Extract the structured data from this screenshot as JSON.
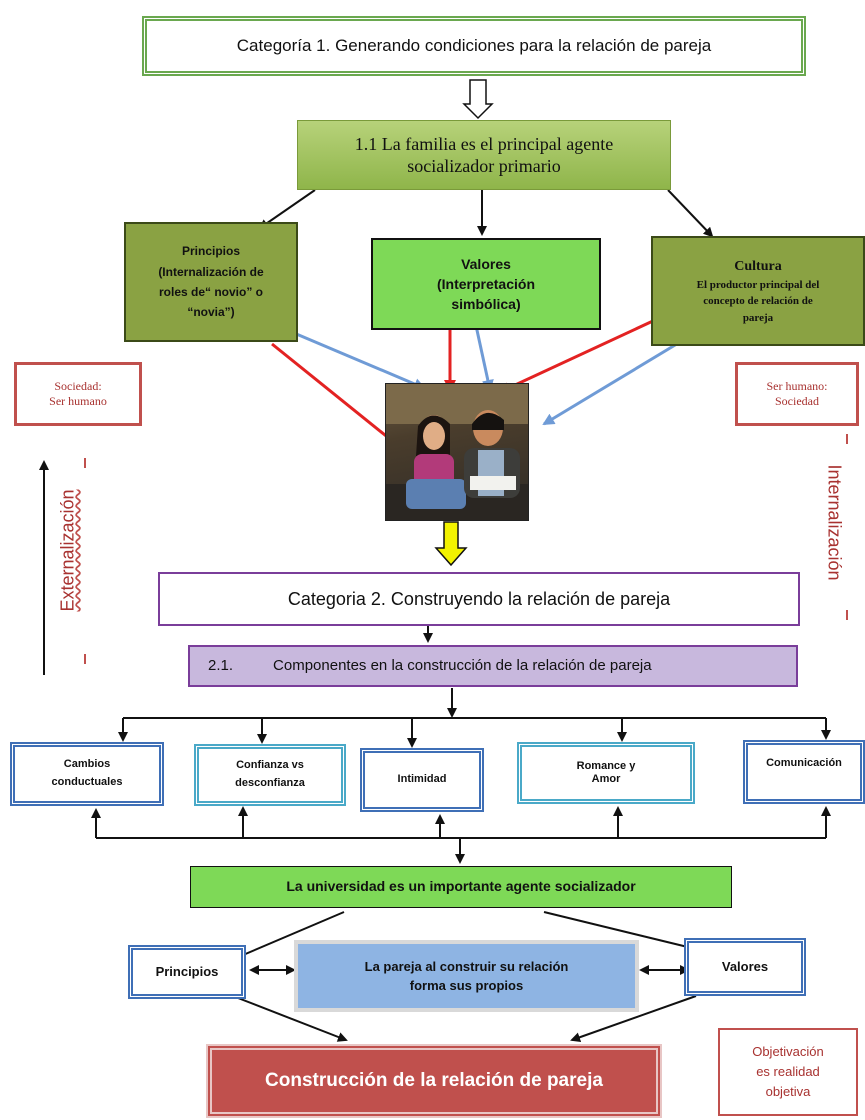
{
  "category1": {
    "title": "Categoría 1. Generando condiciones para la relación de pareja"
  },
  "family": {
    "line1": "1.1 La familia es el principal agente",
    "line2": "socializador primario"
  },
  "principios_top": {
    "line1": "Principios",
    "line2": "(Internalización de",
    "line3": "roles de“ novio” o",
    "line4": "“novia”)"
  },
  "valores_top": {
    "line1": "Valores",
    "line2": "(Interpretación",
    "line3": "simbólica)"
  },
  "cultura": {
    "title": "Cultura",
    "line1": "El productor principal del",
    "line2": "concepto de relación de",
    "line3": "pareja"
  },
  "left_label": {
    "line1": "Sociedad:",
    "line2": "Ser humano"
  },
  "right_label": {
    "line1": "Ser humano:",
    "line2": "Sociedad"
  },
  "externalizacion": "Externalización",
  "internalizacion": "Internalización",
  "category2": {
    "title": "Categoria 2. Construyendo la relación de pareja"
  },
  "componentes": {
    "number": "2.1.",
    "text": "Componentes en la construcción de la relación de pareja"
  },
  "components": [
    {
      "line1": "Cambios",
      "line2": "conductuales"
    },
    {
      "line1": "Confianza vs",
      "line2": "desconfianza"
    },
    {
      "line1": "Intimidad",
      "line2": ""
    },
    {
      "line1": "Romance y",
      "line2": "Amor"
    },
    {
      "line1": "Comunicación",
      "line2": ""
    }
  ],
  "universidad": "La universidad es un importante agente socializador",
  "principios_bottom": "Principios",
  "valores_bottom": "Valores",
  "pareja": {
    "line1": "La pareja al construir su relación",
    "line2": "forma sus propios"
  },
  "construccion": "Construcción de la relación de pareja",
  "objetivacion": {
    "line1": "Objetivación",
    "line2": "es realidad",
    "line3": "objetiva"
  },
  "colors": {
    "green_dark": "#8aa243",
    "green_light": "#b7d27a",
    "green_bright": "#7ed957",
    "purple": "#7a3d9a",
    "lavender": "#c8b8dd",
    "blue": "#3f6fb6",
    "cyan": "#4aa9c8",
    "red": "#c0504d",
    "red_fill": "#c0504d",
    "arrow_red": "#e32222",
    "arrow_blue": "#6f9bd6",
    "yellow": "#f2f200"
  }
}
